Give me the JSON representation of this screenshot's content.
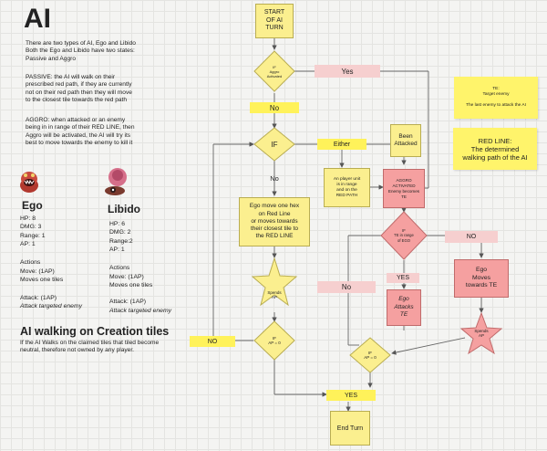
{
  "title": "AI",
  "intro": {
    "p1": "There are two types of AI, Ego and Libido\nBoth the Ego and Libido have two states:\nPassive and Aggro",
    "p2": "PASSIVE: the AI will walk on their\nprescribed red path, if they are currently\nnot on their red path then they will move\nto the closest tile towards the red path",
    "p3": "AGGRO: when attacked or an enemy\nbeing in in range of their RED LINE, then\nAggro will be activated, the AI will try its\nbest to move towards the enemy to kill it"
  },
  "ego": {
    "name": "Ego",
    "stats": "HP: 8\nDMG: 3\nRange: 1\nAP: 1",
    "actions_title": "Actions",
    "move": "Move: (1AP)\nMoves one tiles",
    "attack_label": "Attack: (1AP)",
    "attack_target": "Attack targeted enemy"
  },
  "libido": {
    "name": "Libido",
    "stats": "HP: 6\nDMG: 2\nRange:2\nAP: 1",
    "actions_title": "Actions",
    "move": "Move: (1AP)\nMoves one tiles",
    "attack_label": "Attack: (1AP)",
    "attack_target": "Attack targeted enemy"
  },
  "creation": {
    "heading": "AI  walking on Creation tiles",
    "text": "If the AI Walks on the claimed tiles that tiled become\nneutral, therefore not owned  by any player."
  },
  "flow": {
    "start": "START\nOF AI\nTURN",
    "d1": "IF\nAggro\nActivated",
    "yes1": "Yes",
    "no1": "No",
    "if2": "IF",
    "either": "Either",
    "been_attacked": "Been\nAttacked",
    "player_in_range": "An player unit\nis in range\nand on the\nRED PATH",
    "aggro_activated": "AGGRO\nACTIVATED\nEnemy becomes\nTE",
    "no2": "No",
    "ego_move": "Ego move one hex\non Red Line\nor moves towards\ntheir closest tile to\nthe RED LINE",
    "spends1": "Spends\nAP",
    "d_ap1": "IF\nAP = 0",
    "no3": "NO",
    "d_te": "IF\nTE in range\nof EGO",
    "no4": "NO",
    "yes2": "YES",
    "ego_attacks": "Ego\nAttacks\nTE",
    "ego_moves_te": "Ego\nMoves\ntowards TE",
    "no5": "No",
    "spends2": "Spends\nAP",
    "d_ap2": "IF\nAP = 0",
    "yes3": "YES",
    "end": "End Turn"
  },
  "notes": {
    "te": "TE:\nTarget enemy\n\nThe last enemy to attack the AI",
    "red_line": "RED LINE:\nThe determined\nwalking path of the AI"
  },
  "colors": {
    "box_yellow": "#fbef8f",
    "box_red": "#f5a0a0",
    "label_pink": "#f6cfcf",
    "label_yellow": "#fff25a",
    "note_yellow": "#fff46b"
  }
}
